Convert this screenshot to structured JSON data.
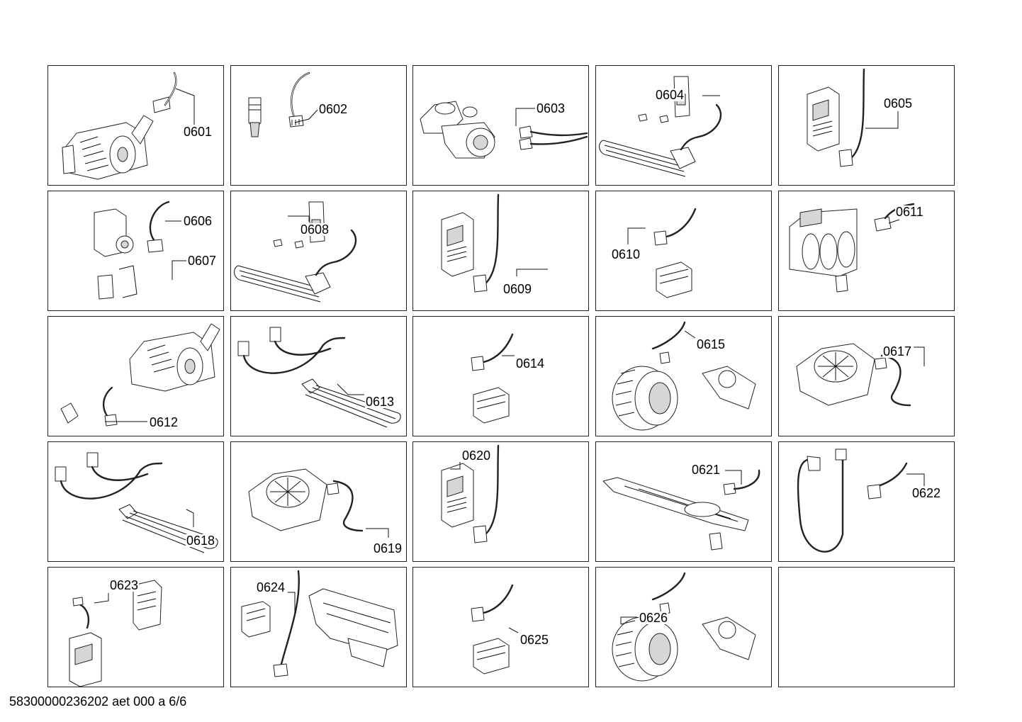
{
  "parts": [
    {
      "label": "0601",
      "art": "motor"
    },
    {
      "label": "0602",
      "art": "wire"
    },
    {
      "label": "0603",
      "art": "pump"
    },
    {
      "label": "0604",
      "art": "heater"
    },
    {
      "label": "0605",
      "art": "board"
    },
    {
      "label": "0606",
      "art": "valve"
    },
    {
      "label": "0607",
      "art": "wire"
    },
    {
      "label": "0608",
      "art": "heater"
    },
    {
      "label": "0609",
      "art": "board"
    },
    {
      "label": "0610",
      "art": "box"
    },
    {
      "label": "0611",
      "art": "valve"
    },
    {
      "label": "0612",
      "art": "motor"
    },
    {
      "label": "0613",
      "art": "heater"
    },
    {
      "label": "0614",
      "art": "box"
    },
    {
      "label": "0615",
      "art": "drum"
    },
    {
      "label": "0617",
      "art": "housing"
    },
    {
      "label": "0618",
      "art": "heater"
    },
    {
      "label": "0619",
      "art": "housing"
    },
    {
      "label": "0620",
      "art": "board"
    },
    {
      "label": "0621",
      "art": "rail"
    },
    {
      "label": "0622",
      "art": "hose"
    },
    {
      "label": "0623",
      "art": "board"
    },
    {
      "label": "0624",
      "art": "tray"
    },
    {
      "label": "0625",
      "art": "box"
    },
    {
      "label": "0626",
      "art": "drum"
    }
  ],
  "footer": "58300000236202 aet 000 a 6/6"
}
